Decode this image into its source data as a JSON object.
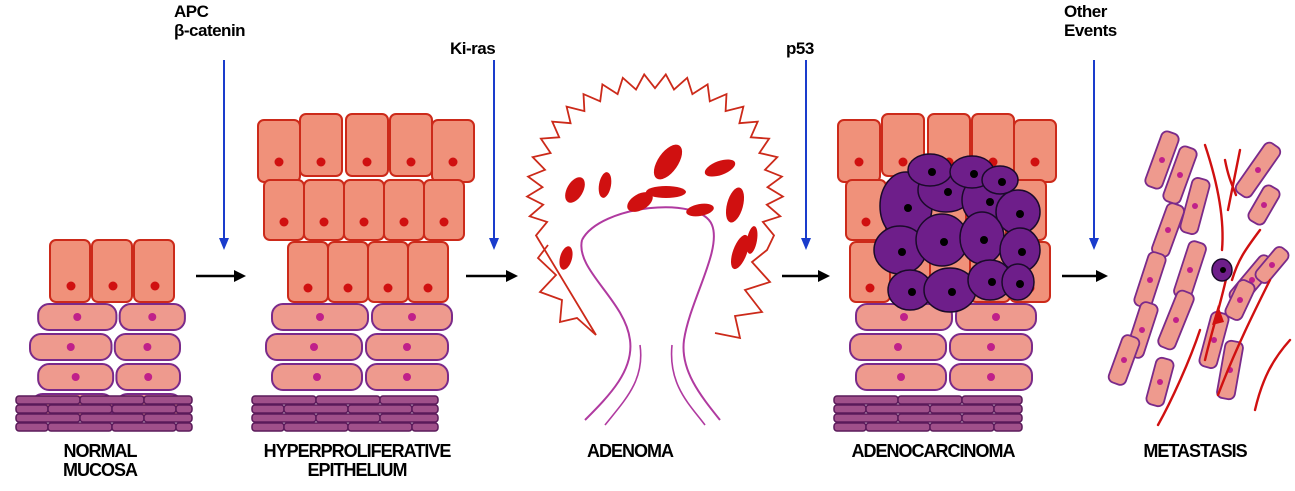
{
  "genes": [
    {
      "id": "apc",
      "lines": [
        "APC",
        "β-catenin"
      ]
    },
    {
      "id": "kiras",
      "lines": [
        "Ki-ras"
      ]
    },
    {
      "id": "p53",
      "lines": [
        "p53"
      ]
    },
    {
      "id": "other",
      "lines": [
        "Other",
        "Events"
      ]
    }
  ],
  "stages": [
    {
      "id": "normal",
      "lines": [
        "NORMAL",
        "MUCOSA"
      ]
    },
    {
      "id": "hyper",
      "lines": [
        "HYPERPROLIFERATIVE",
        "EPITHELIUM"
      ]
    },
    {
      "id": "adenoma",
      "lines": [
        "ADENOMA"
      ]
    },
    {
      "id": "adenocarcinoma",
      "lines": [
        "ADENOCARCINOMA"
      ]
    },
    {
      "id": "metastasis",
      "lines": [
        "METASTASIS"
      ]
    }
  ],
  "colors": {
    "cell_fill": "#f0917a",
    "cell_stroke": "#cc2a1a",
    "nucleus": "#d01010",
    "basal_fill": "#ee9a8e",
    "basal_stroke": "#7a2a8a",
    "basal_nucleus": "#c0208a",
    "membrane_fill": "#a0508a",
    "membrane_stroke": "#5a1a5a",
    "tumor_fill": "#6e1e8a",
    "tumor_stroke": "#1a0a2a",
    "gene_arrow": "#1a3ccc",
    "stage_arrow": "#000000",
    "adenoma_outline": "#cc2a1a",
    "stalk": "#b03aa0"
  }
}
